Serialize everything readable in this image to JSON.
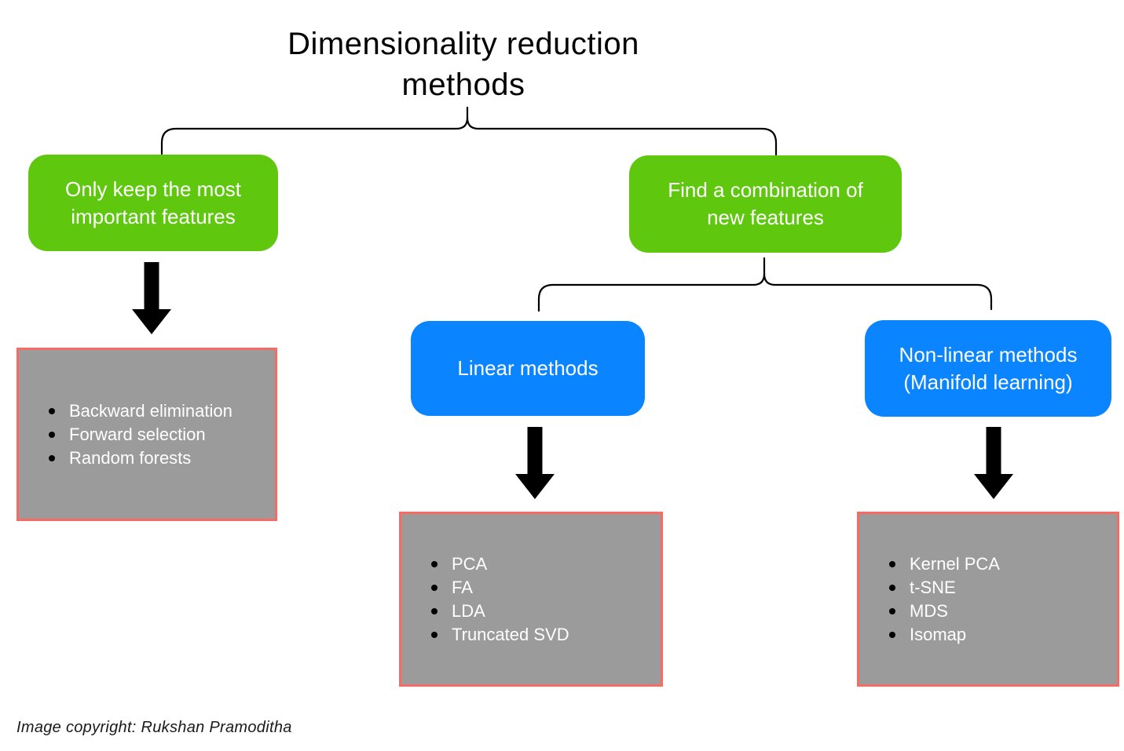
{
  "colors": {
    "green": "#5ec70e",
    "blue": "#0a84ff",
    "gray-fill": "#9b9b9b",
    "red-border": "#f96a62",
    "ink": "#000000",
    "text-on-box": "#ffffff"
  },
  "title": "Dimensionality reduction\nmethods",
  "branch_select": {
    "header": "Only keep the most\nimportant features",
    "methods": [
      "Backward elimination",
      "Forward selection",
      "Random forests"
    ]
  },
  "branch_combine": {
    "header": "Find a combination of\nnew features",
    "linear": {
      "header": "Linear methods",
      "methods": [
        "PCA",
        "FA",
        "LDA",
        "Truncated SVD"
      ]
    },
    "nonlinear": {
      "header": "Non-linear methods\n(Manifold learning)",
      "methods": [
        "Kernel PCA",
        "t-SNE",
        "MDS",
        "Isomap"
      ]
    }
  },
  "footer": "Image copyright: Rukshan Pramoditha"
}
